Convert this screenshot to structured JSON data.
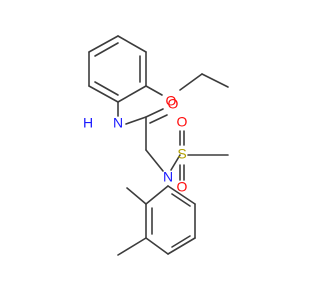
{
  "molecule": {
    "atoms": [
      {
        "id": "h_nh",
        "text": "H",
        "color": "#1a1aff"
      },
      {
        "id": "n_amide",
        "text": "N",
        "color": "#1a1aff"
      },
      {
        "id": "o_carbonyl",
        "text": "O",
        "color": "#ff0d0d"
      },
      {
        "id": "o_ether",
        "text": "O",
        "color": "#ff0d0d"
      },
      {
        "id": "s_sulfonyl",
        "text": "S",
        "color": "#b2a000"
      },
      {
        "id": "o_s1",
        "text": "O",
        "color": "#ff0d0d"
      },
      {
        "id": "o_s2",
        "text": "O",
        "color": "#ff0d0d"
      },
      {
        "id": "n_sulfonamide",
        "text": "N",
        "color": "#1a1aff"
      }
    ]
  }
}
